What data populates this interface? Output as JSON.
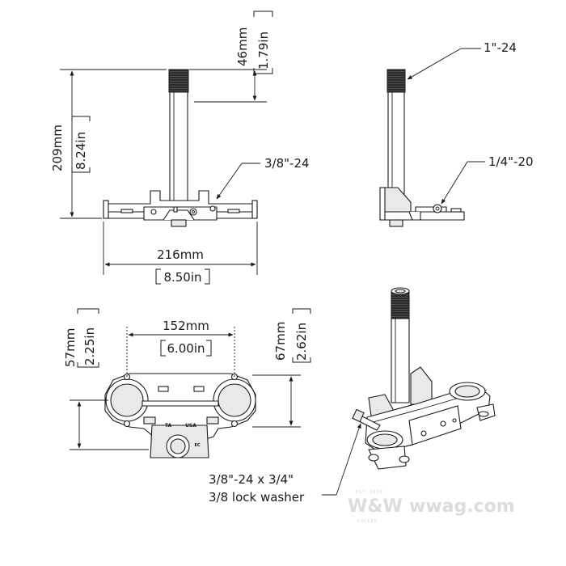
{
  "dimensions": {
    "stem_len_mm": "46mm",
    "stem_len_in": "1.79in",
    "height_mm": "209mm",
    "height_in": "8.24in",
    "width_mm": "216mm",
    "width_in": "8.50in",
    "center_mm": "152mm",
    "center_in": "6.00in",
    "offset_a_mm": "57mm",
    "offset_a_in": "2.25in",
    "offset_b_mm": "67mm",
    "offset_b_in": "2.62in"
  },
  "callouts": {
    "front_thread": "3/8\"-24",
    "top_thread": "1\"-24",
    "side_thread": "1/4\"-20",
    "bolt_line1": "3/8\"-24 x 3/4\"",
    "bolt_line2": "3/8 lock washer"
  },
  "plate_marks": {
    "left": "TA",
    "right": "USA",
    "lower": "EC"
  },
  "watermark": {
    "brand": "W&W",
    "site": "wwag.com",
    "est": "EST. 1978",
    "sub": "CYCLES"
  }
}
